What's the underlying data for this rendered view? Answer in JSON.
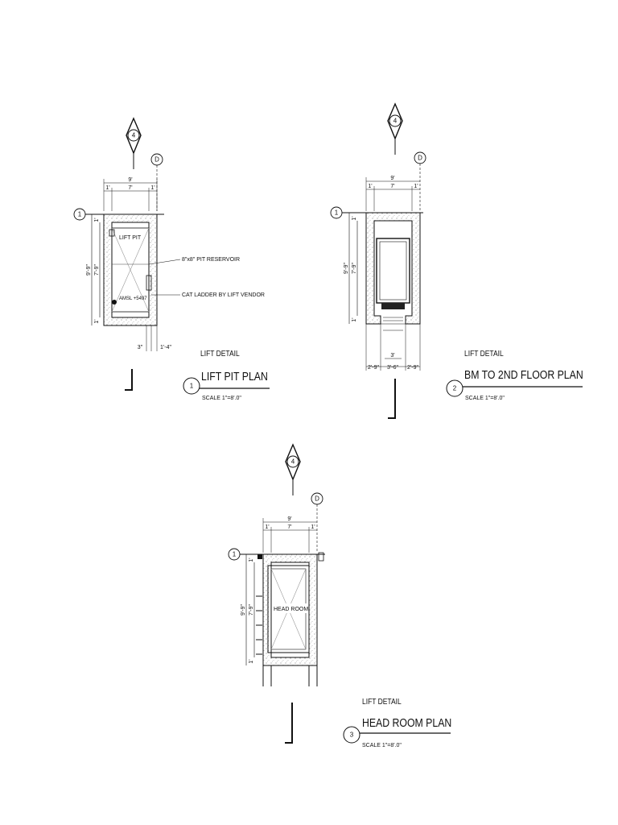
{
  "details": [
    {
      "id": "lift-pit",
      "header": "LIFT  DETAIL",
      "title": "LIFT PIT PLAN",
      "number": "1",
      "scale": "SCALE  1\"=8'.0\"",
      "grid_top": "4",
      "grid_col": "D",
      "grid_row": "1",
      "dim_total_h": "9'",
      "dim_inner_h": "7'",
      "dim_side": "1'",
      "dim_total_v": "9'-9\"",
      "dim_inner_v": "7'-9\"",
      "dim_side_v": "1'",
      "room_label": "LIFT PIT",
      "amsl": "AMSL +5497",
      "callout_1": "8\"x8\" PIT RESERVOIR",
      "callout_2": "CAT LADDER BY LIFT VENDOR",
      "dim_bottom_a": "3\"",
      "dim_bottom_b": "1'-4\""
    },
    {
      "id": "bm-floor",
      "header": "LIFT DETAIL",
      "title": "BM  TO 2ND FLOOR PLAN",
      "number": "2",
      "scale": "SCALE  1\"=8'.0\"",
      "grid_top": "4",
      "grid_col": "D",
      "grid_row": "1",
      "dim_total_h": "9'",
      "dim_inner_h": "7'",
      "dim_side": "1'",
      "dim_total_v": "9'-9\"",
      "dim_inner_v": "7'-9\"",
      "dim_side_v": "1'",
      "dim_door": "3'",
      "dim_b1": "2'-9\"",
      "dim_b2": "3'-6\"",
      "dim_b3": "2'-9\""
    },
    {
      "id": "head-room",
      "header": "LIFT DETAIL",
      "title": "HEAD ROOM PLAN",
      "number": "3",
      "scale": "SCALE  1\"=8'.0\"",
      "grid_top": "4",
      "grid_col": "D",
      "grid_row": "1",
      "dim_total_h": "9'",
      "dim_inner_h": "7'",
      "dim_side": "1'",
      "dim_total_v": "9'-9\"",
      "dim_inner_v": "7'-9\"",
      "dim_side_v": "1'",
      "room_label": "HEAD ROOM"
    }
  ]
}
